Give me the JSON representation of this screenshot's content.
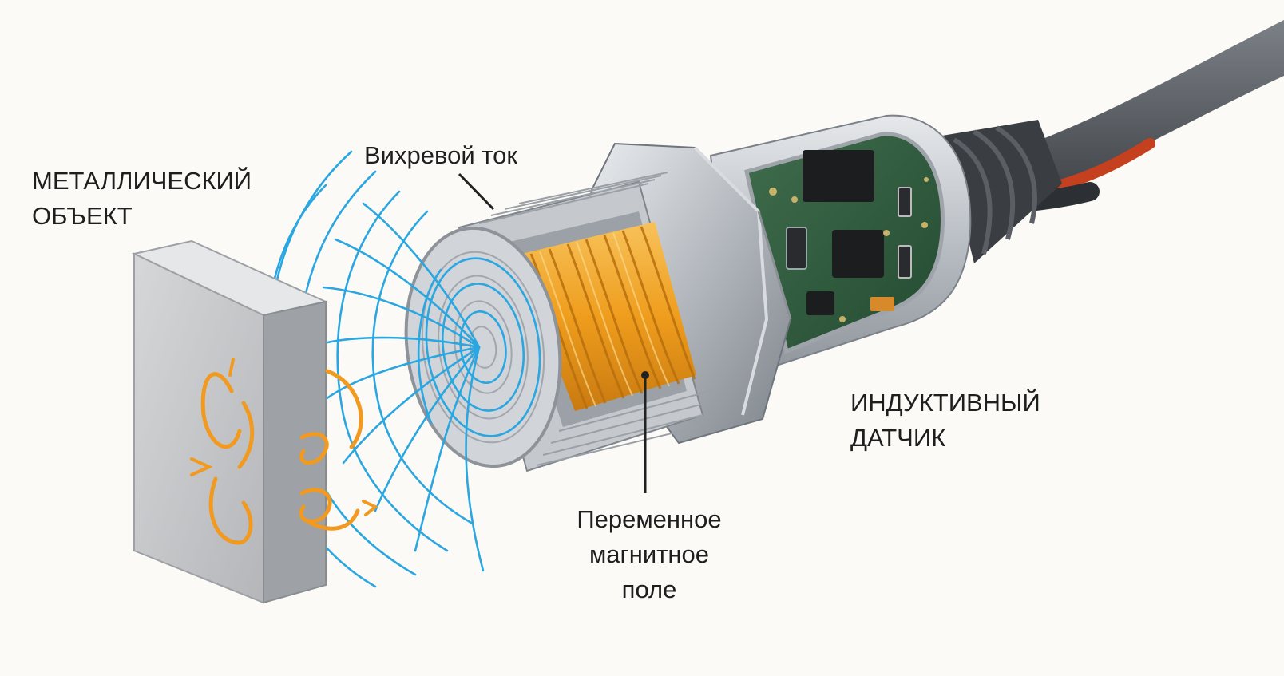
{
  "labels": {
    "metal_object": [
      "МЕТАЛЛИЧЕСКИЙ",
      "ОБЪЕКТ"
    ],
    "eddy_current": "Вихревой ток",
    "inductive_sensor": [
      "ИНДУКТИВНЫЙ",
      "ДАТЧИК"
    ],
    "magnetic_field": [
      "Переменное",
      "магнитное",
      "поле"
    ]
  },
  "colors": {
    "background": "#fbfaf6",
    "field_lines": "#2aa6e0",
    "eddy_arrows": "#f29a1f",
    "coil": "#f0a020",
    "pcb": "#2f5a3c",
    "housing": "#b9bec4",
    "cable": "#5b6066",
    "text": "#1e1e1e"
  }
}
